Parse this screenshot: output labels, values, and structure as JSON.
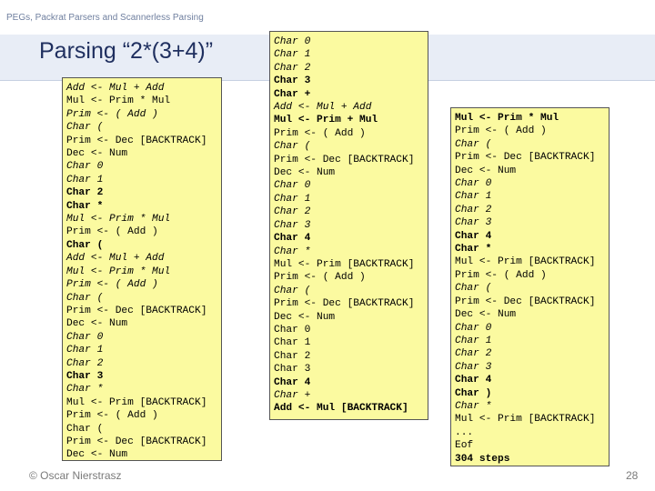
{
  "header": "PEGs, Packrat Parsers and Scannerless Parsing",
  "title": "Parsing “2*(3+4)”",
  "footer": "© Oscar Nierstrasz",
  "page_number": "28",
  "columns": [
    {
      "lines": [
        {
          "text": "Add <- Mul + Add",
          "style": "i"
        },
        {
          "text": "Mul <- Prim * Mul",
          "style": ""
        },
        {
          "text": "Prim <- ( Add )",
          "style": "i"
        },
        {
          "text": "Char (",
          "style": "i"
        },
        {
          "text": "Prim <- Dec [BACKTRACK]",
          "style": ""
        },
        {
          "text": "Dec <- Num",
          "style": ""
        },
        {
          "text": "Char 0",
          "style": "i"
        },
        {
          "text": "Char 1",
          "style": "i"
        },
        {
          "text": "Char 2",
          "style": "b"
        },
        {
          "text": "Char *",
          "style": "b"
        },
        {
          "text": "Mul <- Prim * Mul",
          "style": "i"
        },
        {
          "text": "Prim <- ( Add )",
          "style": ""
        },
        {
          "text": "Char (",
          "style": "b"
        },
        {
          "text": "Add <- Mul + Add",
          "style": "i"
        },
        {
          "text": "Mul <- Prim * Mul",
          "style": "i"
        },
        {
          "text": "Prim <- ( Add )",
          "style": "i"
        },
        {
          "text": "Char (",
          "style": "i"
        },
        {
          "text": "Prim <- Dec [BACKTRACK]",
          "style": ""
        },
        {
          "text": "Dec <- Num",
          "style": ""
        },
        {
          "text": "Char 0",
          "style": "i"
        },
        {
          "text": "Char 1",
          "style": "i"
        },
        {
          "text": "Char 2",
          "style": "i"
        },
        {
          "text": "Char 3",
          "style": "b"
        },
        {
          "text": "Char *",
          "style": "i"
        },
        {
          "text": "Mul <- Prim [BACKTRACK]",
          "style": ""
        },
        {
          "text": "Prim <- ( Add )",
          "style": ""
        },
        {
          "text": "Char (",
          "style": ""
        },
        {
          "text": "Prim <- Dec [BACKTRACK]",
          "style": ""
        },
        {
          "text": "Dec <- Num",
          "style": ""
        }
      ]
    },
    {
      "lines": [
        {
          "text": "Char 0",
          "style": "i"
        },
        {
          "text": "Char 1",
          "style": "i"
        },
        {
          "text": "Char 2",
          "style": "i"
        },
        {
          "text": "Char 3",
          "style": "b"
        },
        {
          "text": "Char +",
          "style": "b"
        },
        {
          "text": "Add <- Mul + Add",
          "style": "i"
        },
        {
          "text": "Mul <- Prim + Mul",
          "style": "b"
        },
        {
          "text": "Prim <- ( Add )",
          "style": ""
        },
        {
          "text": "Char (",
          "style": "i"
        },
        {
          "text": "Prim <- Dec [BACKTRACK]",
          "style": ""
        },
        {
          "text": "Dec <- Num",
          "style": ""
        },
        {
          "text": "Char 0",
          "style": "i"
        },
        {
          "text": "Char 1",
          "style": "i"
        },
        {
          "text": "Char 2",
          "style": "i"
        },
        {
          "text": "Char 3",
          "style": "i"
        },
        {
          "text": "Char 4",
          "style": "b"
        },
        {
          "text": "Char *",
          "style": "i"
        },
        {
          "text": "Mul <- Prim [BACKTRACK]",
          "style": ""
        },
        {
          "text": "Prim <- ( Add )",
          "style": ""
        },
        {
          "text": "Char (",
          "style": "i"
        },
        {
          "text": "Prim <- Dec [BACKTRACK]",
          "style": ""
        },
        {
          "text": "Dec <- Num",
          "style": ""
        },
        {
          "text": "Char 0",
          "style": ""
        },
        {
          "text": "Char 1",
          "style": ""
        },
        {
          "text": "Char 2",
          "style": ""
        },
        {
          "text": "Char 3",
          "style": ""
        },
        {
          "text": "Char 4",
          "style": "b"
        },
        {
          "text": "Char +",
          "style": "i"
        },
        {
          "text": "Add <- Mul [BACKTRACK]",
          "style": "b"
        }
      ]
    },
    {
      "lines": [
        {
          "text": "Mul <- Prim * Mul",
          "style": "b"
        },
        {
          "text": "Prim <- ( Add )",
          "style": ""
        },
        {
          "text": "Char (",
          "style": "i"
        },
        {
          "text": "Prim <- Dec [BACKTRACK]",
          "style": ""
        },
        {
          "text": "Dec <- Num",
          "style": ""
        },
        {
          "text": "Char 0",
          "style": "i"
        },
        {
          "text": "Char 1",
          "style": "i"
        },
        {
          "text": "Char 2",
          "style": "i"
        },
        {
          "text": "Char 3",
          "style": "i"
        },
        {
          "text": "Char 4",
          "style": "b"
        },
        {
          "text": "Char *",
          "style": "b"
        },
        {
          "text": "Mul <- Prim [BACKTRACK]",
          "style": ""
        },
        {
          "text": "Prim <- ( Add )",
          "style": ""
        },
        {
          "text": "Char (",
          "style": "i"
        },
        {
          "text": "Prim <- Dec [BACKTRACK]",
          "style": ""
        },
        {
          "text": "Dec <- Num",
          "style": ""
        },
        {
          "text": "Char 0",
          "style": "i"
        },
        {
          "text": "Char 1",
          "style": "i"
        },
        {
          "text": "Char 2",
          "style": "i"
        },
        {
          "text": "Char 3",
          "style": "i"
        },
        {
          "text": "Char 4",
          "style": "b"
        },
        {
          "text": "Char )",
          "style": "b"
        },
        {
          "text": "Char *",
          "style": "i"
        },
        {
          "text": "Mul <- Prim [BACKTRACK]",
          "style": ""
        },
        {
          "text": "...",
          "style": ""
        },
        {
          "text": "Eof",
          "style": ""
        },
        {
          "text": "304 steps",
          "style": "b"
        }
      ]
    }
  ]
}
